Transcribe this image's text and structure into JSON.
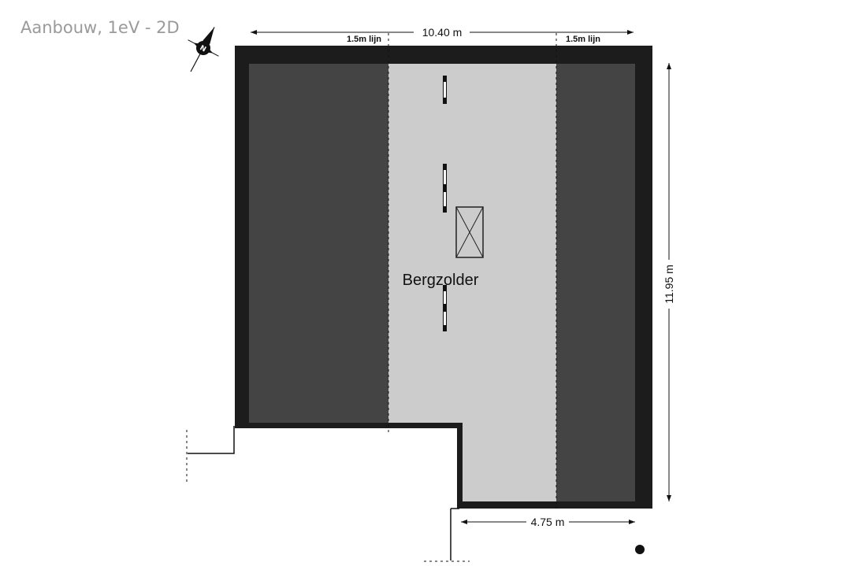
{
  "title": "Aanbouw, 1eV - 2D",
  "compass": {
    "icon": "north-compass-icon",
    "label": "N"
  },
  "room": {
    "name": "Bergzolder"
  },
  "dimensions": {
    "width_top": "10.40 m",
    "height_right": "11.95 m",
    "width_bottom": "4.75 m",
    "line_left": "1.5m lijn",
    "line_right": "1.5m lijn"
  },
  "colors": {
    "wall": "#1c1c1c",
    "low_zone": "#444444",
    "floor": "#cccccc",
    "title": "#9a9a9a"
  }
}
